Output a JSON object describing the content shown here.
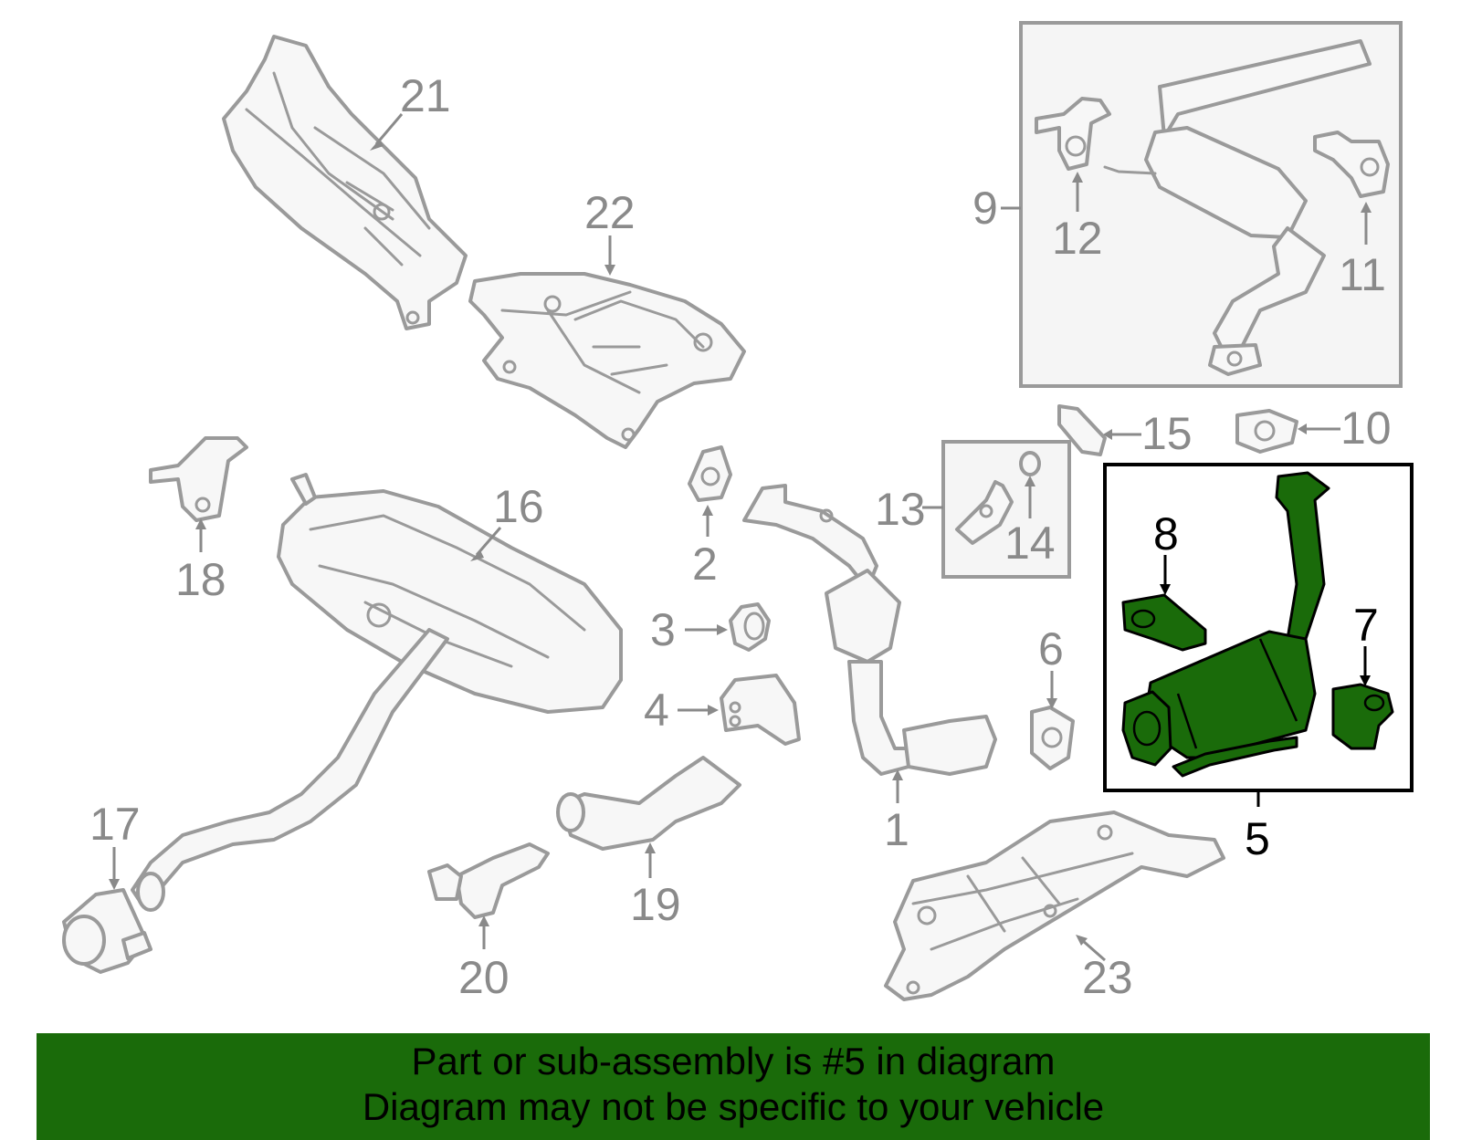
{
  "colors": {
    "highlight": "#1a6b0a",
    "lines": "#9a9a9a",
    "label_gray": "#8a8a8a"
  },
  "callouts": {
    "c1": "1",
    "c2": "2",
    "c3": "3",
    "c4": "4",
    "c5": "5",
    "c6": "6",
    "c7": "7",
    "c8": "8",
    "c9": "9",
    "c10": "10",
    "c11": "11",
    "c12": "12",
    "c13": "13",
    "c14": "14",
    "c15": "15",
    "c16": "16",
    "c17": "17",
    "c18": "18",
    "c19": "19",
    "c20": "20",
    "c21": "21",
    "c22": "22",
    "c23": "23"
  },
  "highlighted_part": "5",
  "banner": {
    "line1": "Part or sub-assembly is #5 in diagram",
    "line2": "Diagram may not be specific to your vehicle"
  }
}
